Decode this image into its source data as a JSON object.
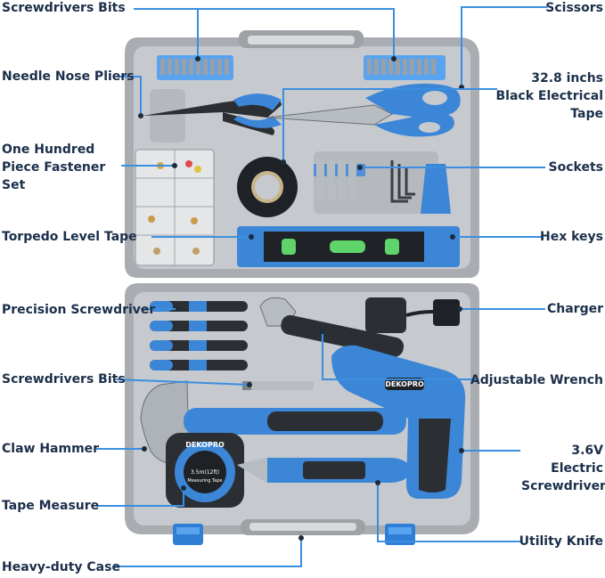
{
  "labels": {
    "screwdrivers_bits_top": "Screwdrivers Bits",
    "scissors": "Scissors",
    "needle_nose_pliers": "Needle Nose Pliers",
    "electrical_tape": "32.8 inchs Black Electrical Tape",
    "fastener_set": "One Hundred Piece Fastener Set",
    "sockets": "Sockets",
    "torpedo_level": "Torpedo Level Tape",
    "hex_keys": "Hex keys",
    "precision_screwdriver": "Precision Screwdriver",
    "charger": "Charger",
    "screwdrivers_bits_bottom": "Screwdrivers Bits",
    "adjustable_wrench": "Adjustable Wrench",
    "claw_hammer": "Claw Hammer",
    "electric_screwdriver": "3.6V Electric Screwdriver",
    "tape_measure": "Tape Measure",
    "utility_knife": "Utility Knife",
    "heavy_duty_case": "Heavy-duty Case"
  },
  "product_text": {
    "brand": "DEKOPRO",
    "tape_spec": "3.5m(12ft)",
    "tape_sub": "Measuring Tape"
  },
  "colors": {
    "accent_blue": "#3b8fe0",
    "label_navy": "#1b2f4a",
    "case_gray": "#b4b8bd",
    "tool_blue": "#3c86d8"
  }
}
